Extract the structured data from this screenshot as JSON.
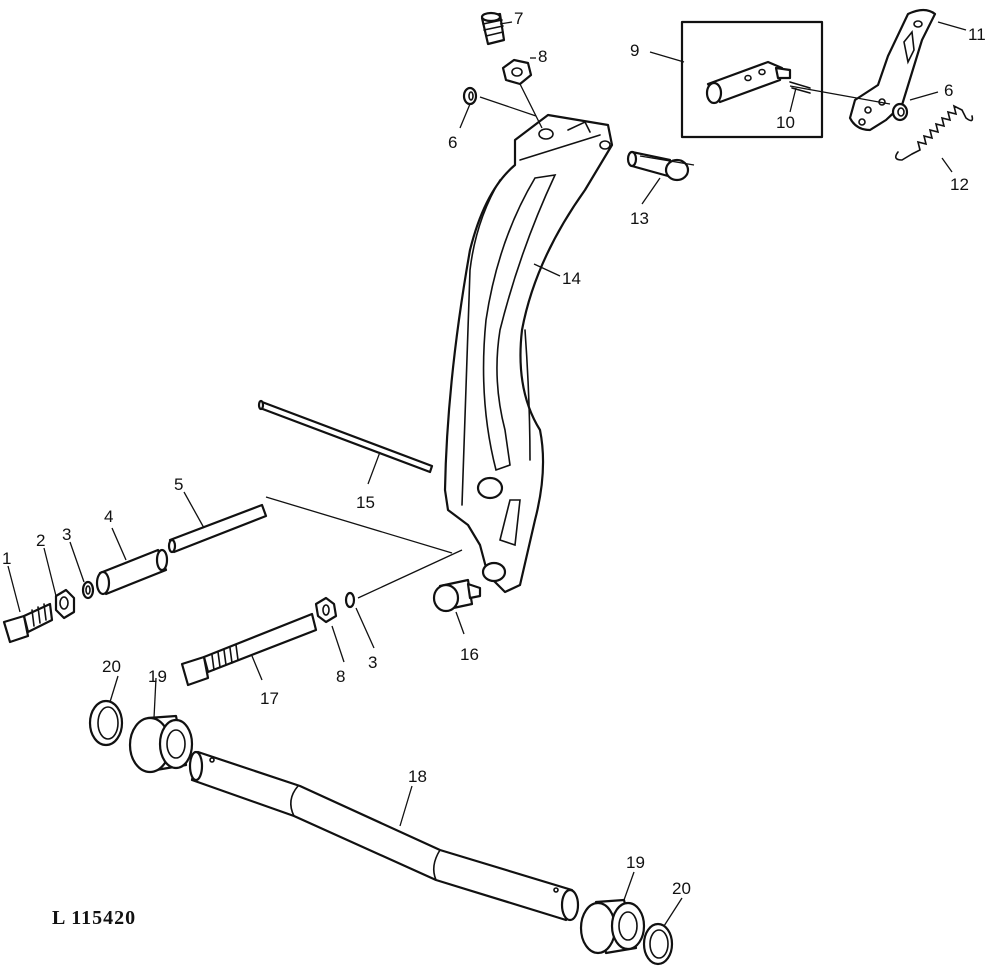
{
  "reference_number": "L 115420",
  "callouts": {
    "c1": "1",
    "c2": "2",
    "c3a": "3",
    "c3b": "3",
    "c4": "4",
    "c5": "5",
    "c6a": "6",
    "c6b": "6",
    "c7": "7",
    "c8a": "8",
    "c8b": "8",
    "c9": "9",
    "c10": "10",
    "c11": "11",
    "c12": "12",
    "c13": "13",
    "c14": "14",
    "c15": "15",
    "c16": "16",
    "c17": "17",
    "c18": "18",
    "c19a": "19",
    "c19b": "19",
    "c20a": "20",
    "c20b": "20"
  }
}
